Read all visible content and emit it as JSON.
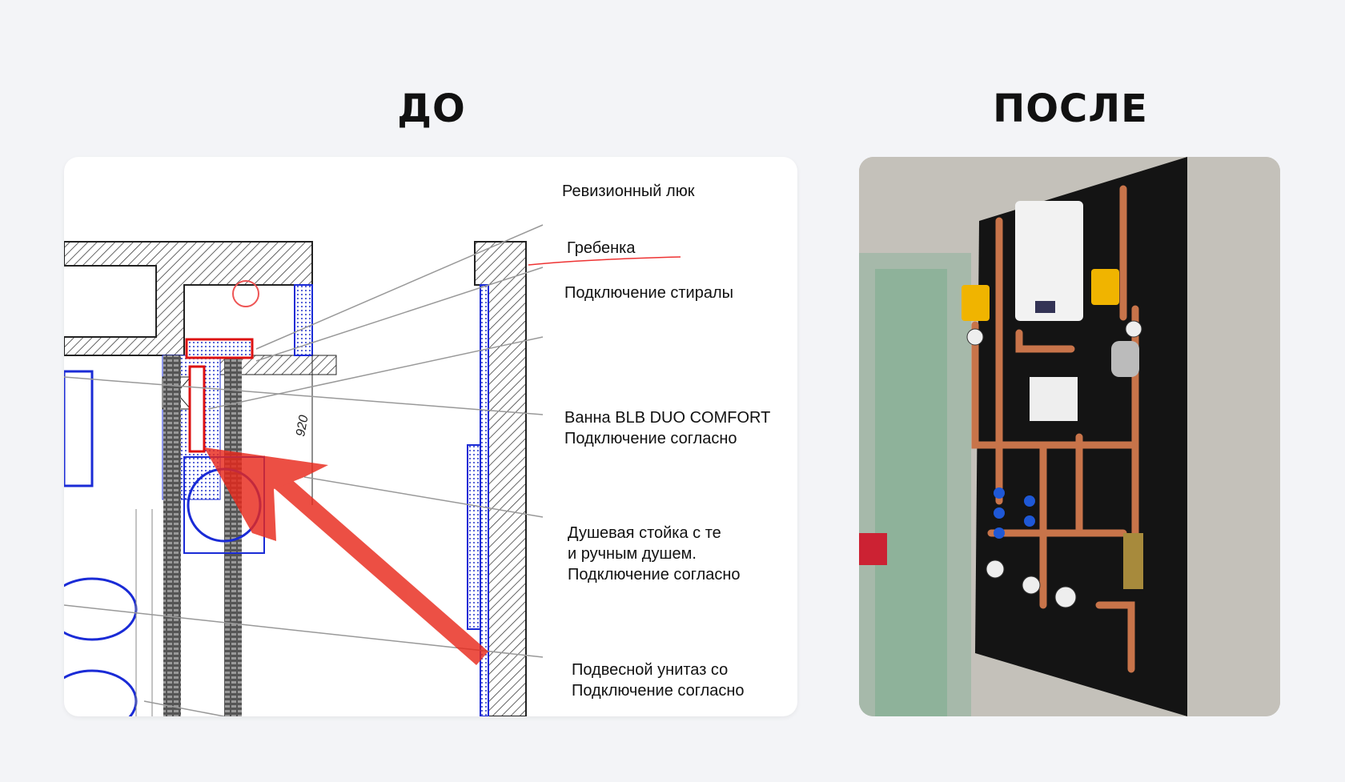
{
  "headings": {
    "before": "ДО",
    "after": "ПОСЛЕ"
  },
  "drawing": {
    "dimension": "920",
    "labels": {
      "hatch": "Ревизионный люк",
      "manifold": "Гребенка",
      "washer": "Подключение стиралы",
      "bath_line1": "Ванна BLB DUO COMFORT",
      "bath_line2": "Подключение согласно",
      "shower_line1": "Душевая стойка с те",
      "shower_line2": "и ручным душем.",
      "shower_line3": "Подключение согласно",
      "toilet_line1": "Подвесной унитаз со",
      "toilet_line2": "Подключение согласно"
    }
  },
  "colors": {
    "background": "#f3f4f7",
    "arrow": "#e8291c",
    "plan_blue": "#1a2bd6",
    "board": "#141414",
    "copper": "#c8744a"
  }
}
